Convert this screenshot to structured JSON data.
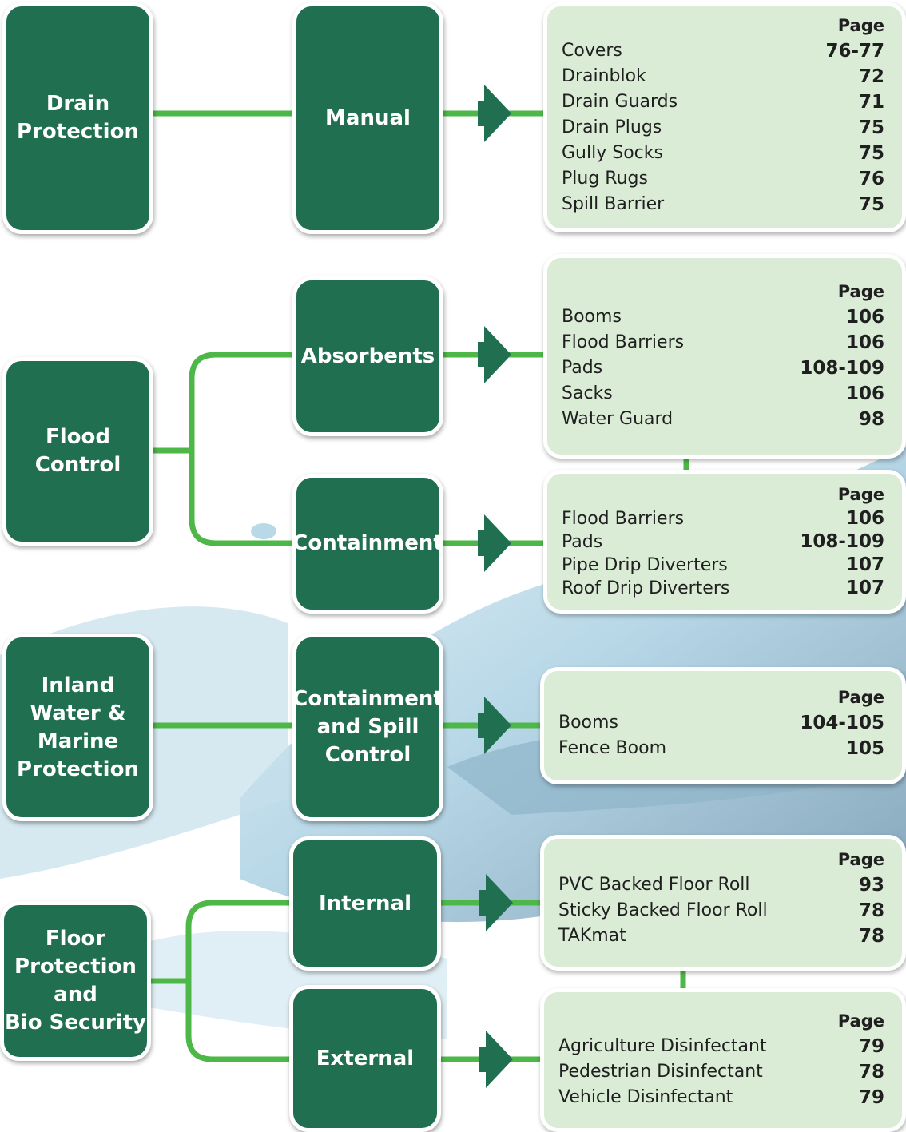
{
  "colors": {
    "box_green": "#206f51",
    "line_green": "#4db848",
    "panel_green": "#daecd6",
    "water_blue": "#b7d6e6"
  },
  "icons": {
    "arrow": "arrow-right-icon"
  },
  "diagram": {
    "page_header": "Page",
    "groups": [
      {
        "category": "Drain\nProtection",
        "methods": [
          {
            "label": "Manual",
            "products": [
              {
                "name": "Covers",
                "page": "76-77"
              },
              {
                "name": "Drainblok",
                "page": "72"
              },
              {
                "name": "Drain Guards",
                "page": "71"
              },
              {
                "name": "Drain Plugs",
                "page": "75"
              },
              {
                "name": "Gully Socks",
                "page": "75"
              },
              {
                "name": "Plug Rugs",
                "page": "76"
              },
              {
                "name": "Spill Barrier",
                "page": "75"
              }
            ]
          }
        ]
      },
      {
        "category": "Flood\nControl",
        "methods": [
          {
            "label": "Absorbents",
            "products": [
              {
                "name": "Booms",
                "page": "106"
              },
              {
                "name": "Flood Barriers",
                "page": "106"
              },
              {
                "name": "Pads",
                "page": "108-109"
              },
              {
                "name": "Sacks",
                "page": "106"
              },
              {
                "name": "Water Guard",
                "page": "98"
              }
            ]
          },
          {
            "label": "Containment",
            "products": [
              {
                "name": "Flood Barriers",
                "page": "106"
              },
              {
                "name": "Pads",
                "page": "108-109"
              },
              {
                "name": "Pipe Drip Diverters",
                "page": "107"
              },
              {
                "name": "Roof Drip Diverters",
                "page": "107"
              }
            ]
          }
        ]
      },
      {
        "category": "Inland\nWater &\nMarine\nProtection",
        "methods": [
          {
            "label": "Containment\nand Spill\nControl",
            "products": [
              {
                "name": "Booms",
                "page": "104-105"
              },
              {
                "name": "Fence Boom",
                "page": "105"
              }
            ]
          }
        ]
      },
      {
        "category": "Floor\nProtection\nand\nBio Security",
        "methods": [
          {
            "label": "Internal",
            "products": [
              {
                "name": "PVC Backed Floor Roll",
                "page": "93"
              },
              {
                "name": "Sticky Backed Floor Roll",
                "page": "78"
              },
              {
                "name": "TAKmat",
                "page": "78"
              }
            ]
          },
          {
            "label": "External",
            "products": [
              {
                "name": "Agriculture Disinfectant",
                "page": "79"
              },
              {
                "name": "Pedestrian Disinfectant",
                "page": "78"
              },
              {
                "name": "Vehicle Disinfectant",
                "page": "79"
              }
            ]
          }
        ]
      }
    ]
  }
}
